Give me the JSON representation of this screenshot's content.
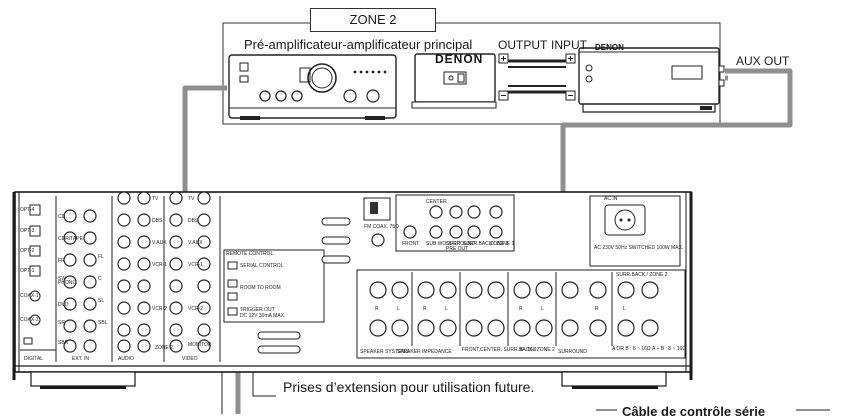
{
  "zone_title": "ZONE 2",
  "preamp_title": "Pré-amplificateur-amplificateur principal",
  "output_label": "OUTPUT",
  "input_label": "INPUT",
  "aux_out_label": "AUX OUT",
  "brand_name": "DENON",
  "extension_note": "Prises d’extension pour utilisation future.",
  "serial_cable_label": "Câble de contrôle série",
  "receiver_panel": {
    "remote_control_header": "REMOTE CONTROL",
    "serial_control": "SERIAL CONTROL",
    "room_to_room": "ROOM TO ROOM",
    "trigger_out": "TRIGGER OUT",
    "trigger_out_spec": "DC 12V 30mA MAX.",
    "pre_out": "PRE OUT",
    "center": "CENTER",
    "front": "FRONT",
    "sub_woofer": "SUB WOOFER",
    "surround": "SURROUND",
    "surround_back_zone1": "SURR.BACK / ZONE 1",
    "zone2": "ZONE 2",
    "fm_coax": "FM COAX. 75Ω",
    "ac_in": "AC IN",
    "ac_outlet_spec": "AC 230V 50Hz SWITCHED 100W MAX.",
    "speaker_systems": "SPEAKER SYSTEMS",
    "speaker_impedance": "SPEAKER IMPEDANCE",
    "front_center_sb_zone2": "FRONT,CENTER, SURR.BACK / ZONE 2",
    "impedance_6_16": "6 - 16Ω",
    "surround_label": "SURROUND",
    "impedance_ab": "A OR B : 6 ~ 16Ω  A + B : 8 ~ 16Ω",
    "surr_back_zone2_header": "SURR.BACK / ZONE 2",
    "digital": "DIGITAL",
    "audio": "AUDIO",
    "video": "VIDEO",
    "ext_in": "EXT. IN",
    "zone2_out": "ZONE 2",
    "opt_inputs": [
      "OPT-4",
      "OPT-3",
      "OPT-2",
      "OPT-1"
    ],
    "coax_inputs": [
      "COAX-1",
      "COAX-2"
    ],
    "audio_inputs": [
      "CD",
      "CDR/TAPE",
      "PHONO",
      "DVD",
      "TV",
      "DBS",
      "V.AUX",
      "VCR-1",
      "VCR-2"
    ],
    "video_inputs": [
      "TV",
      "DBS",
      "V.AUX",
      "VCR-1",
      "VCR-2",
      "MONITOR"
    ],
    "ext_in_channels": [
      "FL",
      "FR",
      "SW",
      "C",
      "SL",
      "SR",
      "SBL",
      "SBR"
    ],
    "speaker_markers": [
      "R",
      "L",
      "R",
      "L",
      "R",
      "L",
      "R",
      "L"
    ]
  }
}
